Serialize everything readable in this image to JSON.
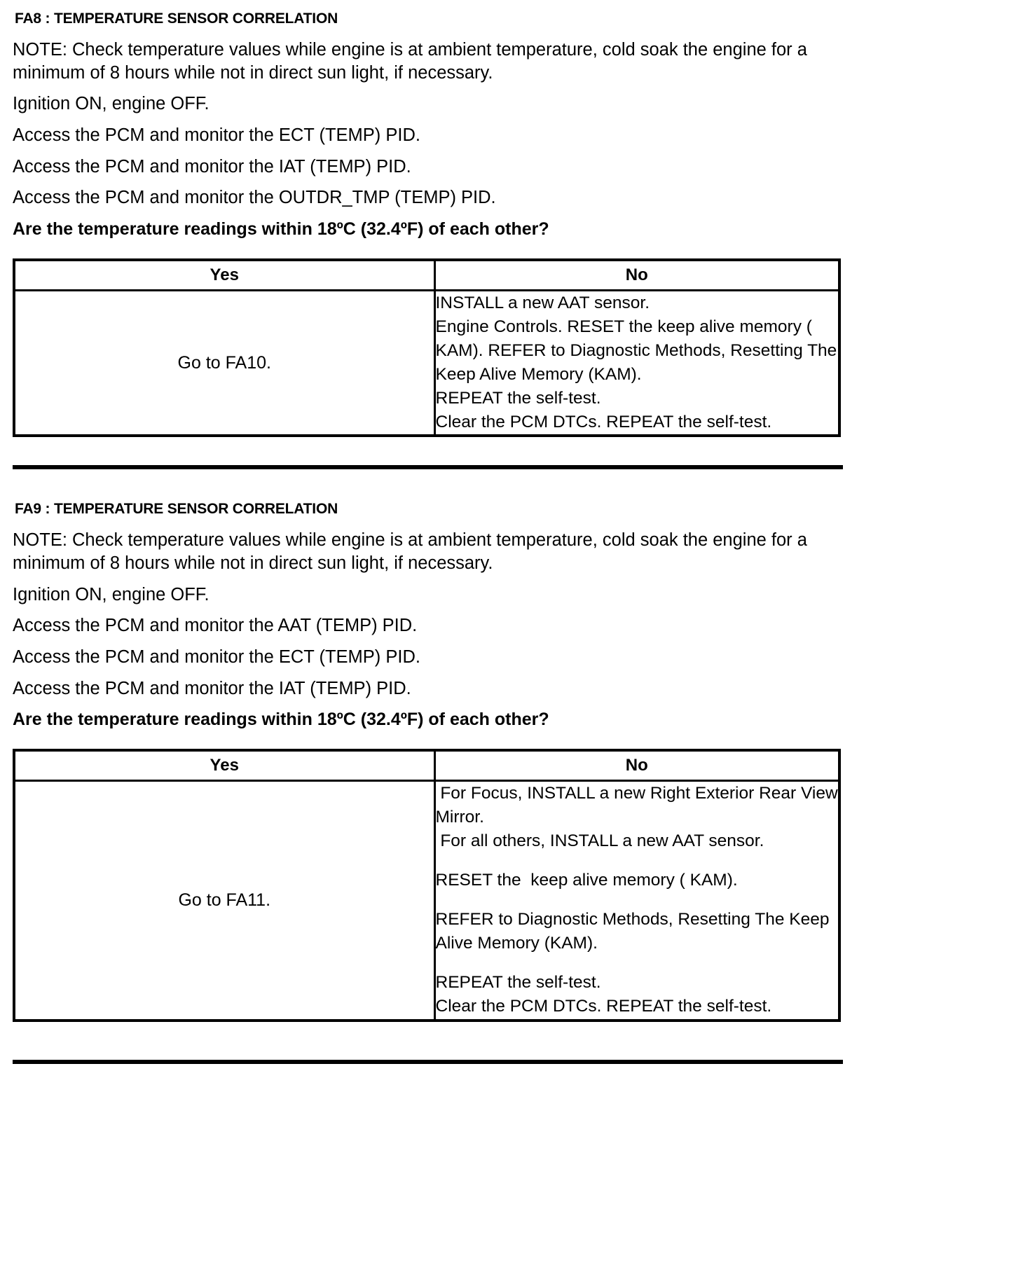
{
  "document": {
    "sections": [
      {
        "id": "FA8",
        "title": "FA8 : TEMPERATURE SENSOR CORRELATION",
        "note": "NOTE: Check temperature values while engine is at ambient temperature, cold soak the engine for a minimum of 8 hours while not in direct sun light, if necessary.",
        "steps": [
          "Ignition ON, engine OFF.",
          "Access the PCM and monitor the  ECT (TEMP) PID.",
          "Access the PCM and monitor the  IAT (TEMP) PID.",
          "Access the PCM and monitor the  OUTDR_TMP (TEMP) PID."
        ],
        "question": "Are the temperature readings within 18ºC (32.4ºF) of each other?",
        "table": {
          "headers": [
            "Yes",
            "No"
          ],
          "yes_action": "Go to FA10.",
          "no_actions": [
            {
              "text": "INSTALL a new AAT sensor.",
              "gap": false
            },
            {
              "text": "Engine Controls. RESET the keep alive memory ( KAM). REFER to Diagnostic Methods, Resetting The Keep Alive Memory (KAM).",
              "gap": false
            },
            {
              "text": "REPEAT the self-test.",
              "gap": false
            },
            {
              "text": "Clear the PCM DTCs. REPEAT the self-test.",
              "gap": false
            }
          ]
        }
      },
      {
        "id": "FA9",
        "title": "FA9 : TEMPERATURE SENSOR CORRELATION",
        "note": "NOTE: Check temperature values while engine is at ambient temperature, cold soak the engine for a minimum of 8 hours while not in direct sun light, if necessary.",
        "steps": [
          "Ignition ON, engine OFF.",
          "Access the PCM and monitor the  AAT (TEMP) PID.",
          "Access the PCM and monitor the  ECT (TEMP) PID.",
          "Access the PCM and monitor the  IAT (TEMP) PID."
        ],
        "question": "Are the temperature readings within 18ºC (32.4ºF) of each other?",
        "table": {
          "headers": [
            "Yes",
            "No"
          ],
          "yes_action": "Go to FA11.",
          "no_actions": [
            {
              "text": " For Focus, INSTALL a new Right Exterior Rear View Mirror.",
              "gap": false
            },
            {
              "text": " For all others, INSTALL a new AAT sensor.",
              "gap": false
            },
            {
              "text": "RESET the  keep alive memory ( KAM).",
              "gap": true
            },
            {
              "text": "REFER to Diagnostic Methods, Resetting The Keep Alive Memory (KAM).",
              "gap": true
            },
            {
              "text": "REPEAT the self-test.",
              "gap": true
            },
            {
              "text": "Clear the PCM DTCs. REPEAT the self-test.",
              "gap": false
            }
          ]
        }
      }
    ]
  }
}
